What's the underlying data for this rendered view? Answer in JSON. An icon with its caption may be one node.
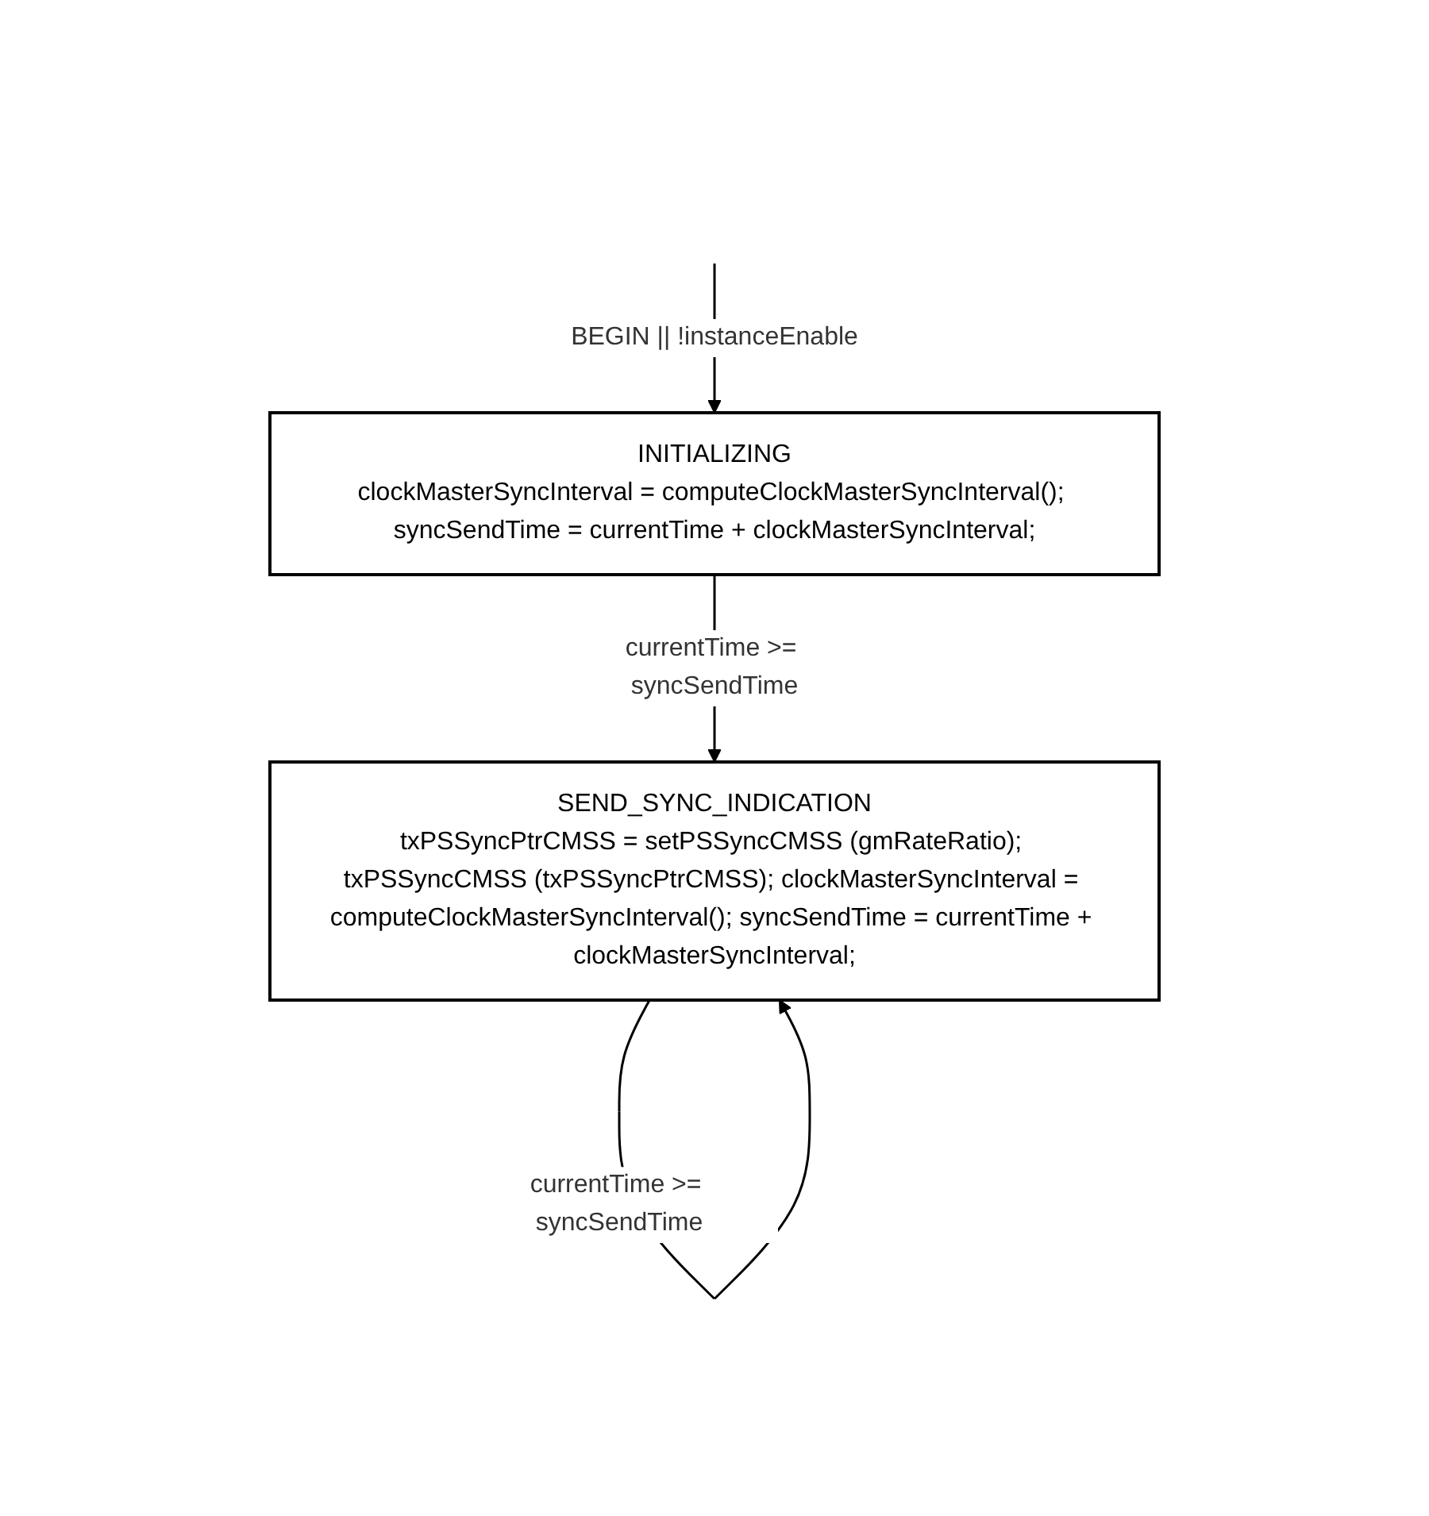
{
  "diagram": {
    "nodes": [
      {
        "text": [
          "INITIALIZING",
          "clockMasterSyncInterval = computeClockMasterSyncInterval(); syncSendTime = currentTime + clockMasterSyncInterval;"
        ]
      },
      {
        "text": [
          "SEND_SYNC_INDICATION",
          "txPSSyncPtrCMSS = setPSSyncCMSS (gmRateRatio); txPSSyncCMSS (txPSSyncPtrCMSS); clockMasterSyncInterval = computeClockMasterSyncInterval(); syncSendTime = currentTime + clockMasterSyncInterval;"
        ]
      }
    ],
    "edges": [
      {
        "from": null,
        "to": 0,
        "arrow": "to",
        "label": "BEGIN || !instanceEnable"
      },
      {
        "from": 0,
        "to": 1,
        "arrow": "to",
        "label": "currentTime >= syncSendTime"
      },
      {
        "from": 1,
        "to": 1,
        "arrow": "to",
        "label": "currentTime >= syncSendTime"
      }
    ]
  }
}
